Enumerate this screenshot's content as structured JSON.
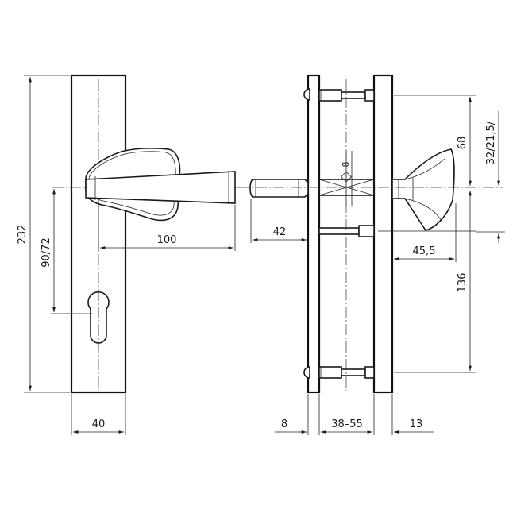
{
  "dimensions": {
    "plate_height": "232",
    "handle_distance": "90/72",
    "plate_width": "40",
    "lever_length": "100",
    "spindle_projection": "42",
    "spindle_size": "8",
    "rose_height": "68",
    "rose_offset": "32/21,5/",
    "knob_projection": "45,5",
    "screw_spacing": "136",
    "plate_thickness": "8",
    "door_thickness": "38–55",
    "back_plate_thickness": "13"
  },
  "colors": {
    "line": "#1a1a1a",
    "background": "#ffffff"
  }
}
